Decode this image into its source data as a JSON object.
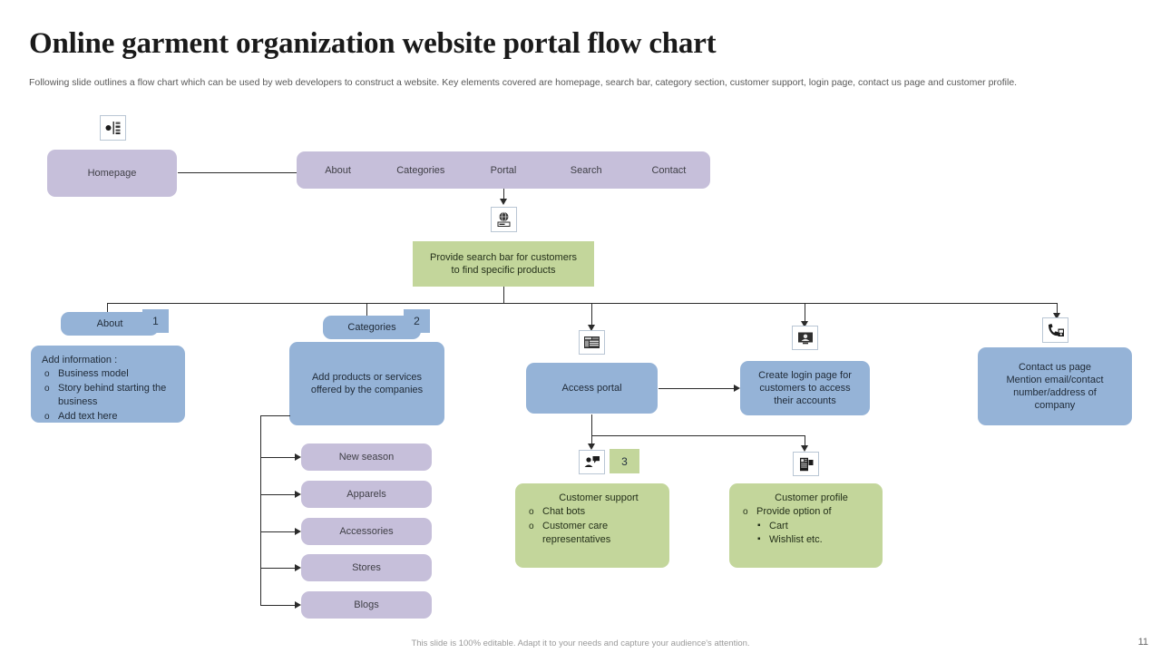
{
  "header": {
    "title": "Online garment organization website portal flow chart",
    "subtitle": "Following slide outlines a flow chart which can be used by web developers to construct a website. Key elements covered are homepage, search bar, category section, customer support, login page, contact us page and customer profile."
  },
  "colors": {
    "purple": "#c6bfda",
    "blue": "#95b3d7",
    "green": "#c3d69b",
    "line": "#2b2b2b",
    "title": "#1a1a1a",
    "subtitle": "#595959"
  },
  "flow": {
    "homepage": {
      "label": "Homepage"
    },
    "homepage_icon": {
      "name": "bullet-list-icon"
    },
    "navbar": {
      "items": [
        {
          "label": "About"
        },
        {
          "label": "Categories"
        },
        {
          "label": "Portal"
        },
        {
          "label": "Search"
        },
        {
          "label": "Contact"
        }
      ]
    },
    "search_icon": {
      "name": "globe-search-bar-icon"
    },
    "search_box": {
      "line1": "Provide search bar for customers",
      "line2": "to find specific products"
    },
    "about": {
      "tab_label": "About",
      "badge": "1",
      "head": "Add information :",
      "items": [
        "Business model",
        "Story behind starting the business",
        "Add text here"
      ]
    },
    "categories": {
      "tab_label": "Categories",
      "badge": "2",
      "body_line1": "Add products or services",
      "body_line2": "offered by the companies",
      "subitems": [
        {
          "label": "New season"
        },
        {
          "label": "Apparels"
        },
        {
          "label": "Accessories"
        },
        {
          "label": "Stores"
        },
        {
          "label": "Blogs"
        }
      ]
    },
    "portal": {
      "icon": {
        "name": "browser-window-icon"
      },
      "label": "Access portal"
    },
    "login": {
      "icon": {
        "name": "login-screen-icon"
      },
      "line1": "Create login page for",
      "line2": "customers to access",
      "line3": "their accounts"
    },
    "contact": {
      "icon": {
        "name": "phone-contact-icon"
      },
      "line1": "Contact us page",
      "line2": "Mention email/contact",
      "line3": "number/address of",
      "line4": "company"
    },
    "support": {
      "icon": {
        "name": "user-support-chat-icon"
      },
      "badge": "3",
      "head": "Customer support",
      "items": [
        "Chat bots",
        "Customer care representatives"
      ]
    },
    "profile": {
      "icon": {
        "name": "profile-card-icon"
      },
      "head": "Customer profile",
      "option_label": "Provide  option of",
      "sub_items": [
        "Cart",
        "Wishlist etc."
      ]
    }
  },
  "footer": {
    "note": "This slide is 100% editable. Adapt it to your needs and capture your audience's attention.",
    "page": "11"
  }
}
